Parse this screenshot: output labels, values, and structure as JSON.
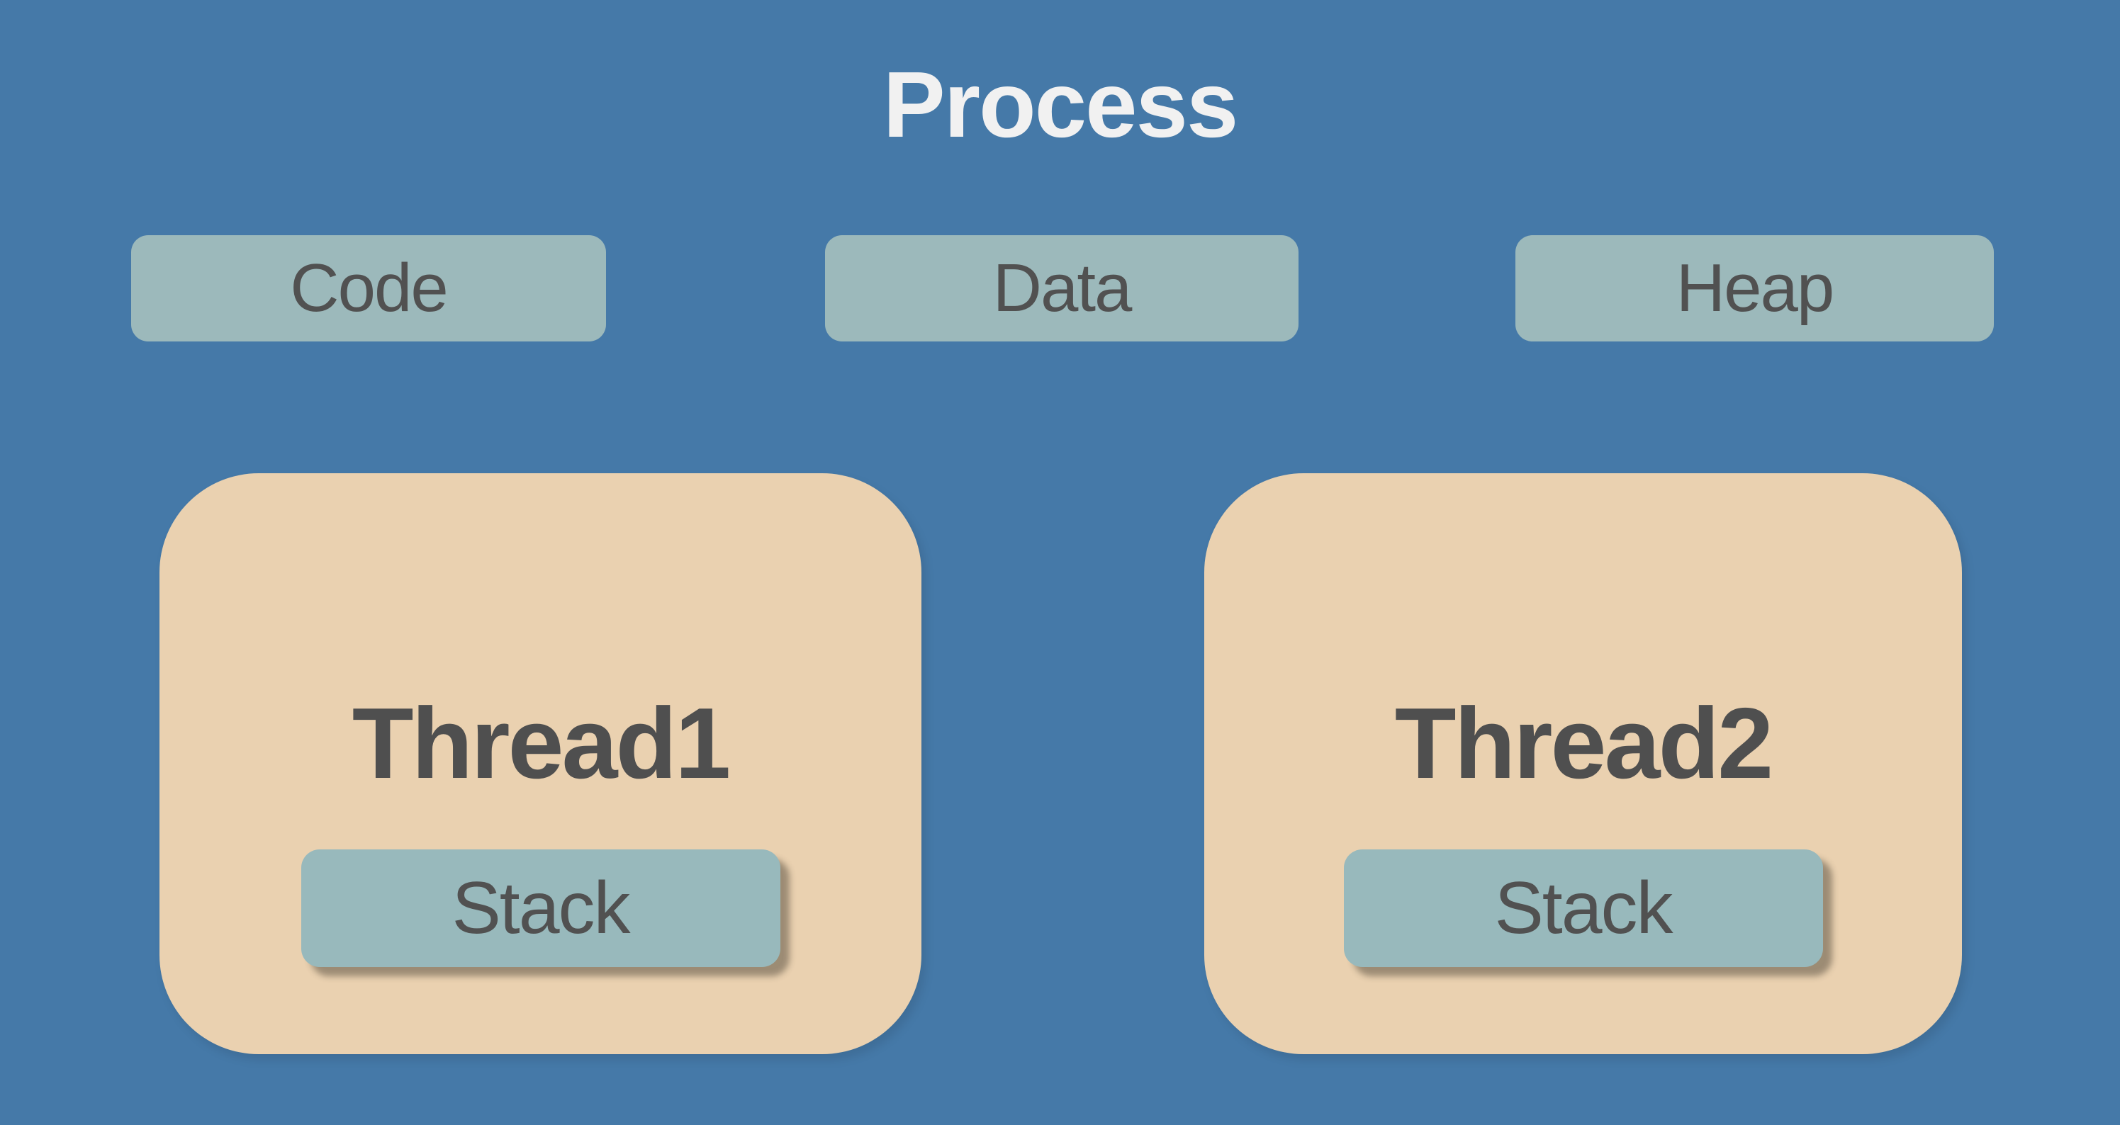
{
  "title": "Process",
  "colors": {
    "background": "#4579A8",
    "thread_box": "#EAD1B0",
    "segment_box": "#9CB9BB",
    "stack_box": "#98B9BC",
    "label_text": "#515151",
    "title_text": "#F1F1F1"
  },
  "segments": [
    {
      "label": "Code"
    },
    {
      "label": "Data"
    },
    {
      "label": "Heap"
    }
  ],
  "threads": [
    {
      "label": "Thread1",
      "stack_label": "Stack"
    },
    {
      "label": "Thread2",
      "stack_label": "Stack"
    }
  ]
}
